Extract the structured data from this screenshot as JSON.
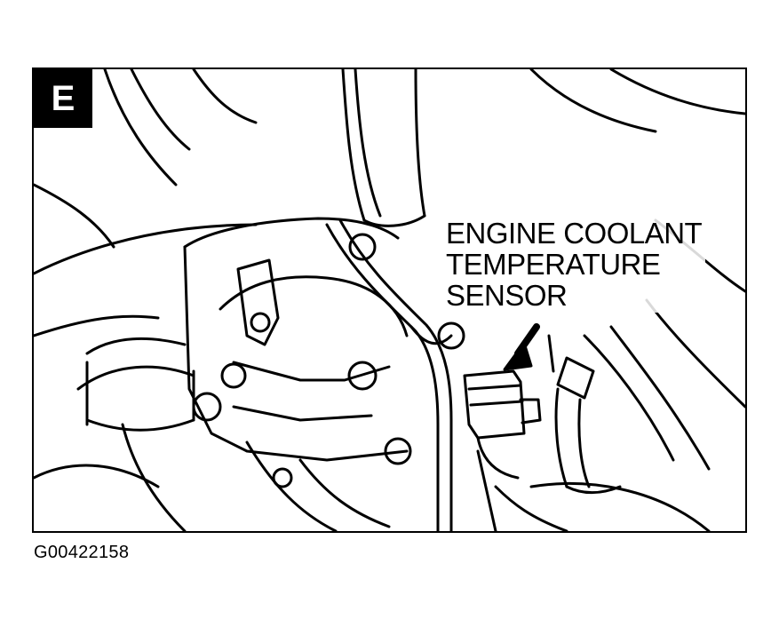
{
  "figure": {
    "panel_letter": "E",
    "callout_lines": [
      "ENGINE COOLANT",
      "TEMPERATURE",
      "SENSOR"
    ],
    "figure_id": "G00422158",
    "ink_color": "#000000",
    "paper_color": "#ffffff"
  }
}
